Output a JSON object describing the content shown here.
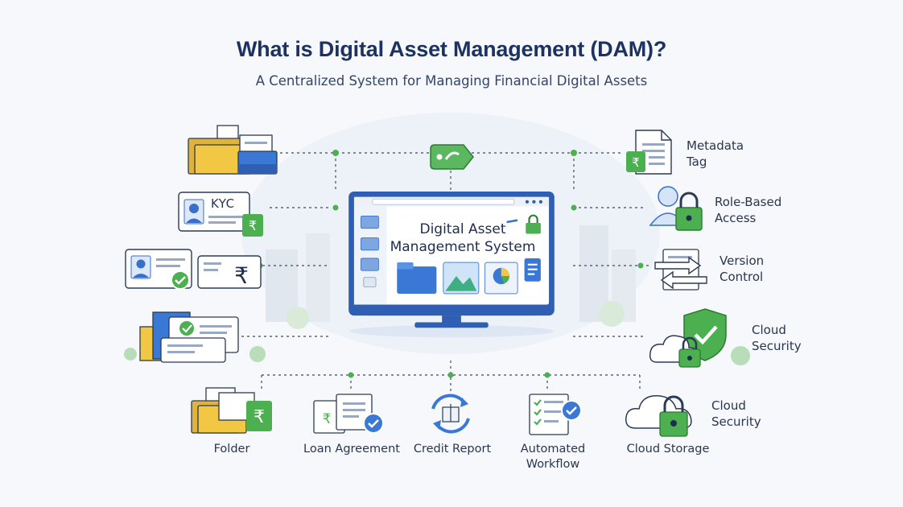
{
  "header": {
    "title": "What is Digital Asset Management (DAM)?",
    "subtitle": "A Centralized System for Managing Financial Digital Assets"
  },
  "center": {
    "screen_title": "Digital Asset Management System"
  },
  "left_items": [
    {
      "icon": "folder-stack-icon"
    },
    {
      "icon": "kyc-card-icon",
      "text": "KYC"
    },
    {
      "icon": "id-rupee-check-icon"
    },
    {
      "icon": "documents-check-icon"
    }
  ],
  "right_items": [
    {
      "icon": "metadata-document-icon",
      "label_line1": "Metadata",
      "label_line2": "Tag"
    },
    {
      "icon": "user-lock-icon",
      "label_line1": "Role-Based",
      "label_line2": "Access"
    },
    {
      "icon": "version-arrows-icon",
      "label_line1": "Version",
      "label_line2": "Control"
    },
    {
      "icon": "shield-cloud-lock-icon",
      "label_line1": "Cloud",
      "label_line2": "Security"
    },
    {
      "icon": "cloud-lock-icon",
      "label_line1": "Cloud",
      "label_line2": "Security"
    }
  ],
  "bottom_items": [
    {
      "icon": "rupee-folder-icon",
      "label_line1": "Folder",
      "label_line2": ""
    },
    {
      "icon": "loan-agreement-icon",
      "label_line1": "Loan Agreement",
      "label_line2": ""
    },
    {
      "icon": "credit-report-icon",
      "label_line1": "Credit Report",
      "label_line2": ""
    },
    {
      "icon": "checklist-icon",
      "label_line1": "Automated",
      "label_line2": "Workflow"
    },
    {
      "icon": "cloud-storage-icon",
      "label_line1": "Cloud Storage",
      "label_line2": ""
    }
  ],
  "colors": {
    "navy": "#1c3361",
    "blue": "#3a6fc9",
    "green": "#4caf50",
    "yellow": "#f2c744",
    "connector": "#5a6578"
  }
}
